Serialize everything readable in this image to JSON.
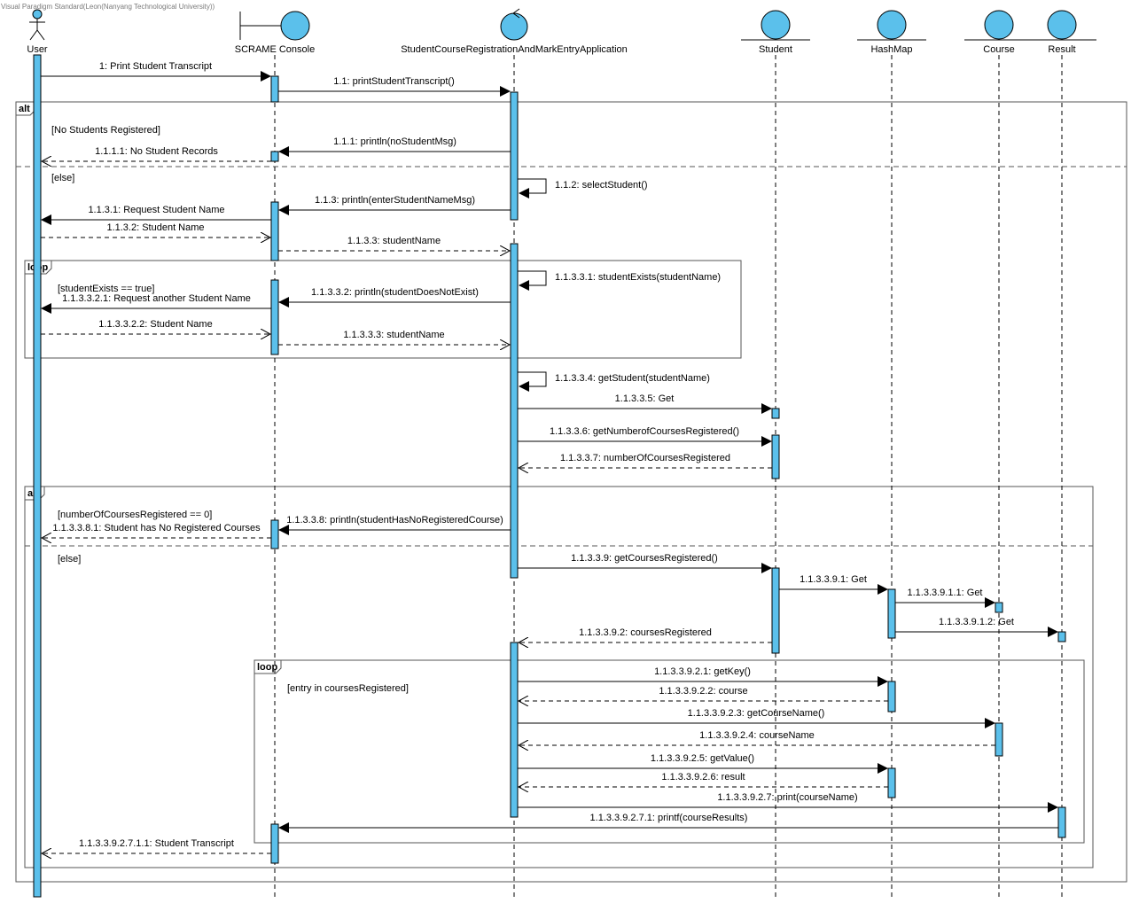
{
  "watermark": "Visual Paradigm Standard(Leon(Nanyang Technological University))",
  "colors": {
    "fill": "#5BC0EB",
    "stroke": "#000000",
    "frame": "#555555"
  },
  "lifelines": [
    {
      "id": "user",
      "name": "User",
      "kind": "actor"
    },
    {
      "id": "console",
      "name": "SCRAME Console",
      "kind": "boundary"
    },
    {
      "id": "app",
      "name": "StudentCourseRegistrationAndMarkEntryApplication",
      "kind": "control"
    },
    {
      "id": "student",
      "name": "Student",
      "kind": "entity"
    },
    {
      "id": "hashmap",
      "name": "HashMap",
      "kind": "entity"
    },
    {
      "id": "course",
      "name": "Course",
      "kind": "entity"
    },
    {
      "id": "result",
      "name": "Result",
      "kind": "entity"
    }
  ],
  "fragments": [
    {
      "id": "alt1",
      "operator": "alt",
      "guards": [
        "[No Students Registered]",
        "[else]"
      ]
    },
    {
      "id": "loop1",
      "operator": "loop",
      "guards": [
        "[studentExists == true]"
      ]
    },
    {
      "id": "alt2",
      "operator": "alt",
      "guards": [
        "[numberOfCoursesRegistered == 0]",
        "[else]"
      ]
    },
    {
      "id": "loop2",
      "operator": "loop",
      "guards": [
        "[entry in coursesRegistered]"
      ]
    }
  ],
  "messages": [
    {
      "label": "1: Print Student Transcript",
      "from": "user",
      "to": "console",
      "type": "sync"
    },
    {
      "label": "1.1: printStudentTranscript()",
      "from": "console",
      "to": "app",
      "type": "sync"
    },
    {
      "label": "1.1.1: println(noStudentMsg)",
      "from": "app",
      "to": "console",
      "type": "sync"
    },
    {
      "label": "1.1.1.1: No Student Records",
      "from": "console",
      "to": "user",
      "type": "return"
    },
    {
      "label": "1.1.2: selectStudent()",
      "from": "app",
      "to": "app",
      "type": "self"
    },
    {
      "label": "1.1.3: println(enterStudentNameMsg)",
      "from": "app",
      "to": "console",
      "type": "sync"
    },
    {
      "label": "1.1.3.1: Request Student Name",
      "from": "console",
      "to": "user",
      "type": "sync"
    },
    {
      "label": "1.1.3.2: Student Name",
      "from": "user",
      "to": "console",
      "type": "return"
    },
    {
      "label": "1.1.3.3: studentName",
      "from": "console",
      "to": "app",
      "type": "return"
    },
    {
      "label": "1.1.3.3.1: studentExists(studentName)",
      "from": "app",
      "to": "app",
      "type": "self"
    },
    {
      "label": "1.1.3.3.2: println(studentDoesNotExist)",
      "from": "app",
      "to": "console",
      "type": "sync"
    },
    {
      "label": "1.1.3.3.2.1: Request another Student Name",
      "from": "console",
      "to": "user",
      "type": "sync"
    },
    {
      "label": "1.1.3.3.2.2: Student Name",
      "from": "user",
      "to": "console",
      "type": "return"
    },
    {
      "label": "1.1.3.3.3: studentName",
      "from": "console",
      "to": "app",
      "type": "return"
    },
    {
      "label": "1.1.3.3.4: getStudent(studentName)",
      "from": "app",
      "to": "app",
      "type": "self"
    },
    {
      "label": "1.1.3.3.5: Get",
      "from": "app",
      "to": "student",
      "type": "sync"
    },
    {
      "label": "1.1.3.3.6: getNumberofCoursesRegistered()",
      "from": "app",
      "to": "student",
      "type": "sync"
    },
    {
      "label": "1.1.3.3.7: numberOfCoursesRegistered",
      "from": "student",
      "to": "app",
      "type": "return"
    },
    {
      "label": "1.1.3.3.8: println(studentHasNoRegisteredCourse)",
      "from": "app",
      "to": "console",
      "type": "sync"
    },
    {
      "label": "1.1.3.3.8.1: Student has No Registered Courses",
      "from": "console",
      "to": "user",
      "type": "return"
    },
    {
      "label": "1.1.3.3.9: getCoursesRegistered()",
      "from": "app",
      "to": "student",
      "type": "sync"
    },
    {
      "label": "1.1.3.3.9.1: Get",
      "from": "student",
      "to": "hashmap",
      "type": "sync"
    },
    {
      "label": "1.1.3.3.9.1.1: Get",
      "from": "hashmap",
      "to": "course",
      "type": "sync"
    },
    {
      "label": "1.1.3.3.9.1.2: Get",
      "from": "hashmap",
      "to": "result",
      "type": "sync"
    },
    {
      "label": "1.1.3.3.9.2: coursesRegistered",
      "from": "student",
      "to": "app",
      "type": "return"
    },
    {
      "label": "1.1.3.3.9.2.1: getKey()",
      "from": "app",
      "to": "hashmap",
      "type": "sync"
    },
    {
      "label": "1.1.3.3.9.2.2: course",
      "from": "hashmap",
      "to": "app",
      "type": "return"
    },
    {
      "label": "1.1.3.3.9.2.3: getCourseName()",
      "from": "app",
      "to": "course",
      "type": "sync"
    },
    {
      "label": "1.1.3.3.9.2.4: courseName",
      "from": "course",
      "to": "app",
      "type": "return"
    },
    {
      "label": "1.1.3.3.9.2.5: getValue()",
      "from": "app",
      "to": "hashmap",
      "type": "sync"
    },
    {
      "label": "1.1.3.3.9.2.6: result",
      "from": "hashmap",
      "to": "app",
      "type": "return"
    },
    {
      "label": "1.1.3.3.9.2.7: print(courseName)",
      "from": "app",
      "to": "result",
      "type": "sync"
    },
    {
      "label": "1.1.3.3.9.2.7.1: printf(courseResults)",
      "from": "result",
      "to": "console",
      "type": "sync"
    },
    {
      "label": "1.1.3.3.9.2.7.1.1: Student Transcript",
      "from": "console",
      "to": "user",
      "type": "return"
    }
  ]
}
